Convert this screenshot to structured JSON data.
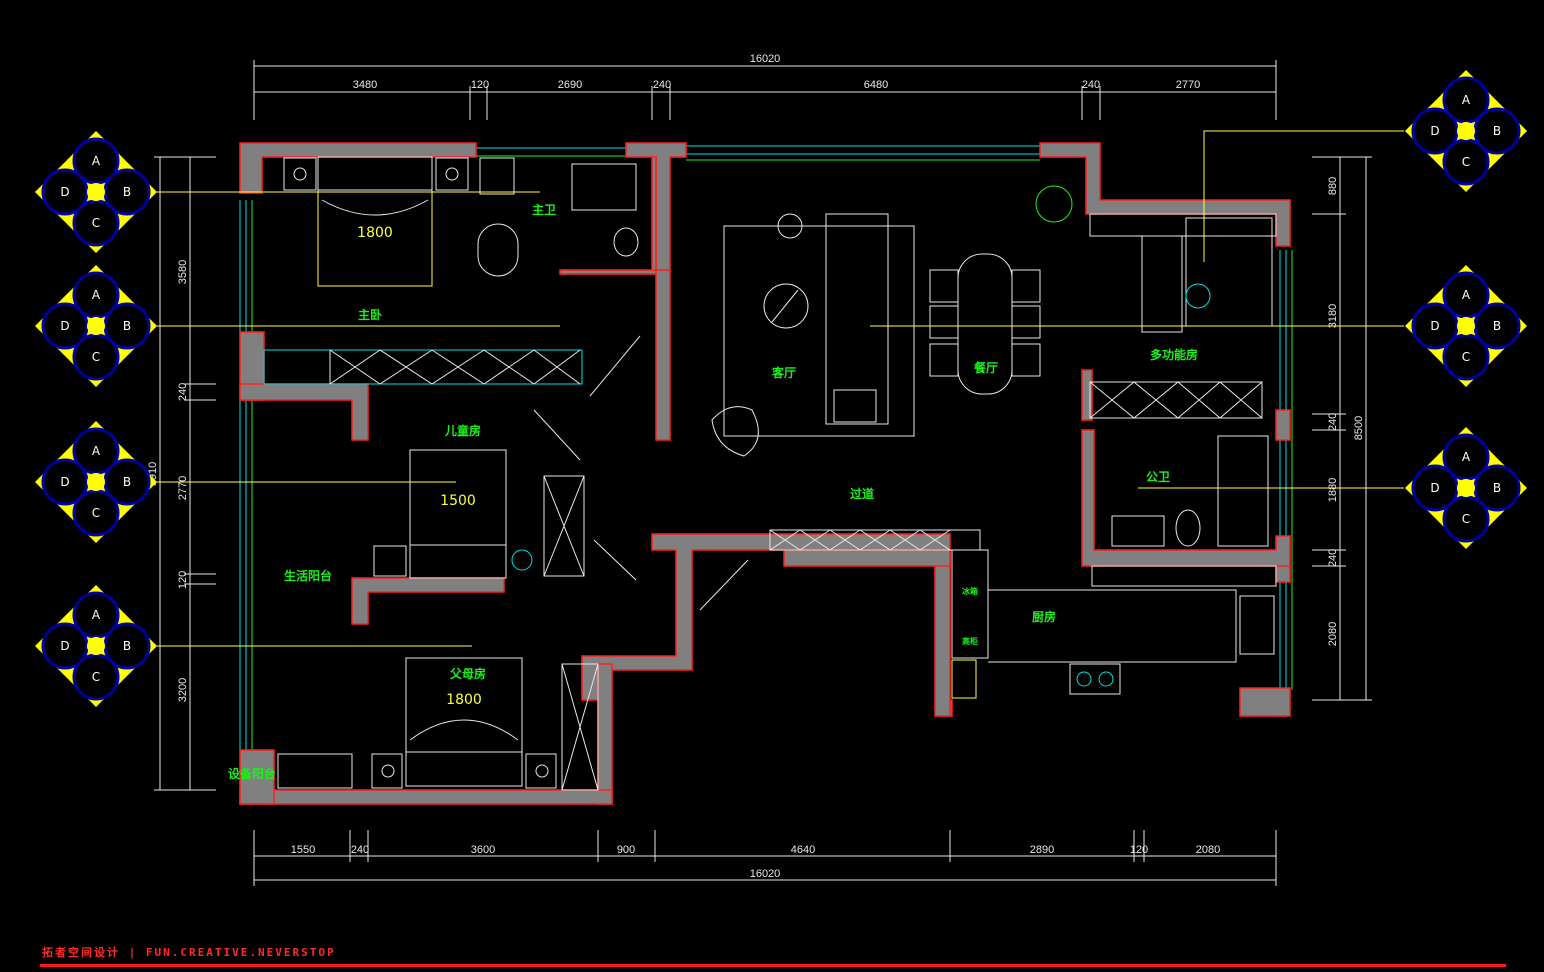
{
  "dimensions": {
    "top_total": "16020",
    "top_segments": [
      "3480",
      "120",
      "2690",
      "240",
      "6480",
      "240",
      "2770"
    ],
    "bottom_segments": [
      "1550",
      "240",
      "3600",
      "900",
      "4640",
      "2890",
      "120",
      "2080"
    ],
    "bottom_total": "16020",
    "left_segments": [
      "3580",
      "240",
      "2770",
      "120",
      "3200"
    ],
    "left_total": "9910",
    "right_segments": [
      "880",
      "3180",
      "240",
      "1880",
      "240",
      "2080"
    ],
    "right_total": "8500"
  },
  "rooms": {
    "master_bath": "主卫",
    "master_bedroom": "主卧",
    "children_room": "儿童房",
    "living_balcony": "生活阳台",
    "parents_room": "父母房",
    "equipment_balcony": "设备阳台",
    "living_room": "客厅",
    "dining_room": "餐厅",
    "corridor": "过道",
    "multi_function_room": "多功能房",
    "public_bath": "公卫",
    "kitchen": "厨房",
    "kitchen_fridge": "冰箱",
    "kitchen_cabinet": "高柜",
    "bed_1800_master": "1800",
    "bed_1500_child": "1500",
    "bed_1800_parents": "1800"
  },
  "elevation_markers": {
    "letters": [
      "A",
      "B",
      "C",
      "D"
    ]
  },
  "footer": {
    "brand": "拓者空间设计",
    "separator": "|",
    "slogan": "FUN.CREATIVE.NEVERSTOP"
  },
  "colors": {
    "wall_fill": "#808080",
    "wall_outline": "#ff2020",
    "window": "#00e0e0",
    "furniture": "#e8e8e8",
    "accent": "#ffff00",
    "room_label": "#1cf01c",
    "marker_fill": "#ffff00",
    "marker_circle": "#0000a0"
  }
}
